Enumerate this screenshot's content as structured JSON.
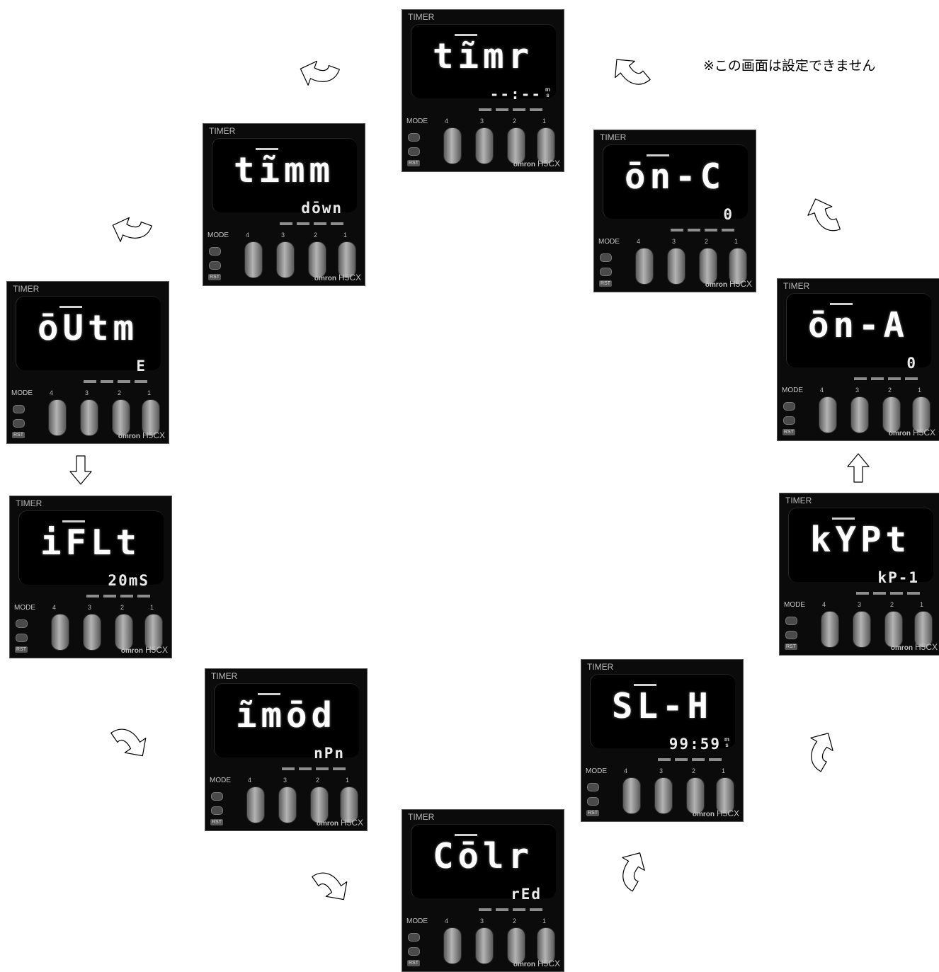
{
  "note": "※この画面は設定できません",
  "panels": [
    {
      "id": "timr",
      "header": "TIMER",
      "main": "tĩmr",
      "sub": "--:--",
      "unit": "m\ns",
      "mode": "MODE",
      "keys": [
        "4",
        "3",
        "2",
        "1"
      ],
      "rst": "RST",
      "brand_logo": "omron",
      "brand_model": "H5CX"
    },
    {
      "id": "on-c",
      "header": "TIMER",
      "main": "ōn-C",
      "sub": "0",
      "unit": "",
      "mode": "MODE",
      "keys": [
        "4",
        "3",
        "2",
        "1"
      ],
      "rst": "RST",
      "brand_logo": "omron",
      "brand_model": "H5CX"
    },
    {
      "id": "on-a",
      "header": "TIMER",
      "main": "ōn-A",
      "sub": "0",
      "unit": "",
      "mode": "MODE",
      "keys": [
        "4",
        "3",
        "2",
        "1"
      ],
      "rst": "RST",
      "brand_logo": "omron",
      "brand_model": "H5CX"
    },
    {
      "id": "kypt",
      "header": "TIMER",
      "main": "kYPt",
      "sub": "kP-1",
      "unit": "",
      "mode": "MODE",
      "keys": [
        "4",
        "3",
        "2",
        "1"
      ],
      "rst": "RST",
      "brand_logo": "omron",
      "brand_model": "H5CX"
    },
    {
      "id": "sl-h",
      "header": "TIMER",
      "main": "SL-H",
      "sub": "99:59",
      "unit": "m\ns",
      "mode": "MODE",
      "keys": [
        "4",
        "3",
        "2",
        "1"
      ],
      "rst": "RST",
      "brand_logo": "omron",
      "brand_model": "H5CX"
    },
    {
      "id": "colr",
      "header": "TIMER",
      "main": "Cōlr",
      "sub": "rEd",
      "unit": "",
      "mode": "MODE",
      "keys": [
        "4",
        "3",
        "2",
        "1"
      ],
      "rst": "RST",
      "brand_logo": "omron",
      "brand_model": "H5CX"
    },
    {
      "id": "imod",
      "header": "TIMER",
      "main": "ĩmōd",
      "sub": "nPn",
      "unit": "",
      "mode": "MODE",
      "keys": [
        "4",
        "3",
        "2",
        "1"
      ],
      "rst": "RST",
      "brand_logo": "omron",
      "brand_model": "H5CX"
    },
    {
      "id": "iflt",
      "header": "TIMER",
      "main": "iFLt",
      "sub": "20mS",
      "unit": "",
      "mode": "MODE",
      "keys": [
        "4",
        "3",
        "2",
        "1"
      ],
      "rst": "RST",
      "brand_logo": "omron",
      "brand_model": "H5CX"
    },
    {
      "id": "outm",
      "header": "TIMER",
      "main": "ōUtm",
      "sub": "E",
      "unit": "",
      "mode": "MODE",
      "keys": [
        "4",
        "3",
        "2",
        "1"
      ],
      "rst": "RST",
      "brand_logo": "omron",
      "brand_model": "H5CX"
    },
    {
      "id": "timm",
      "header": "TIMER",
      "main": "tĩmm",
      "sub": "dōwn",
      "unit": "",
      "mode": "MODE",
      "keys": [
        "4",
        "3",
        "2",
        "1"
      ],
      "rst": "RST",
      "brand_logo": "omron",
      "brand_model": "H5CX"
    }
  ],
  "arrows": [
    "curved-left",
    "curved-up",
    "curved-up",
    "straight-up",
    "curved-up",
    "curved-up",
    "curved-down",
    "curved-down",
    "curved-down",
    "straight-down",
    "curved-left",
    "curved-left"
  ]
}
